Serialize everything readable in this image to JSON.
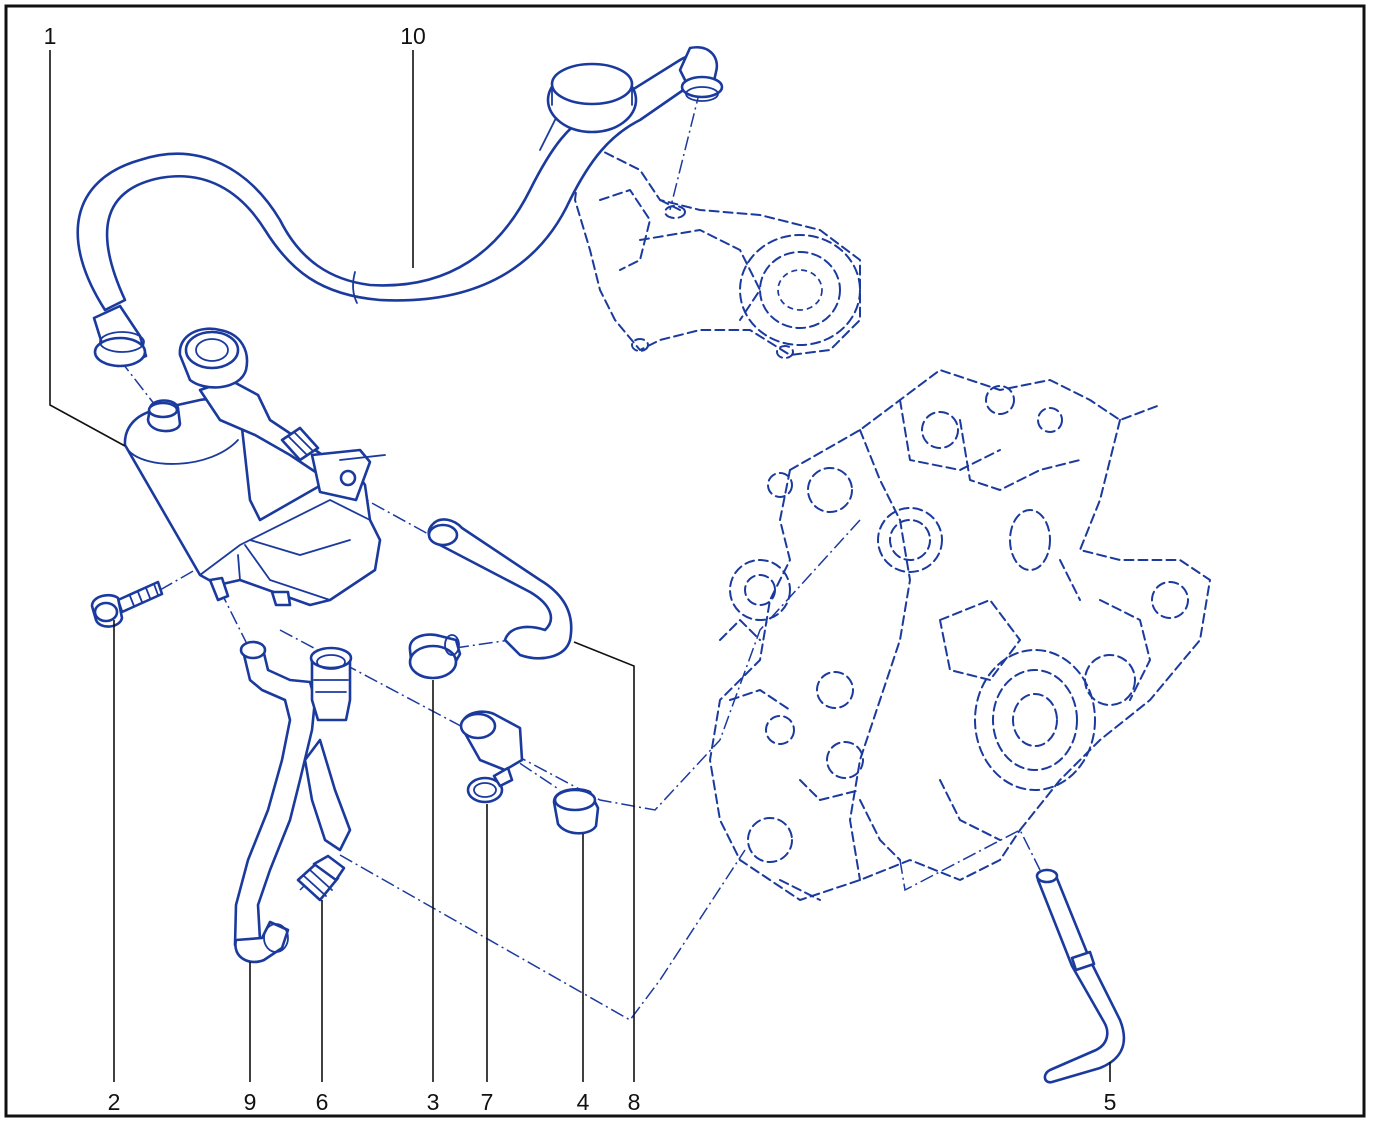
{
  "colors": {
    "ink": "#1b3a9e",
    "frame": "#111111",
    "background": "#ffffff"
  },
  "callouts": [
    {
      "id": "1",
      "label": "1"
    },
    {
      "id": "2",
      "label": "2"
    },
    {
      "id": "3",
      "label": "3"
    },
    {
      "id": "4",
      "label": "4"
    },
    {
      "id": "5",
      "label": "5"
    },
    {
      "id": "6",
      "label": "6"
    },
    {
      "id": "7",
      "label": "7"
    },
    {
      "id": "8",
      "label": "8"
    },
    {
      "id": "9",
      "label": "9"
    },
    {
      "id": "10",
      "label": "10"
    }
  ]
}
